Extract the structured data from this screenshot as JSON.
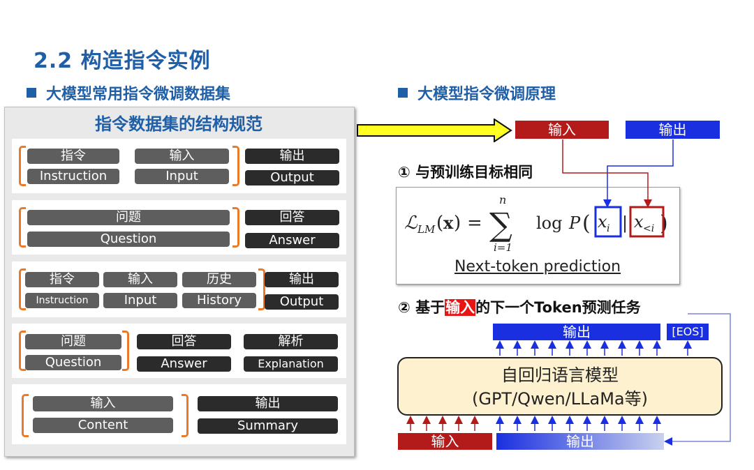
{
  "header": {
    "title": "2.2 构造指令实例"
  },
  "left": {
    "section_title": "大模型常用指令微调数据集",
    "panel_title": "指令数据集的结构规范",
    "row1": {
      "a_zh": "指令",
      "a_en": "Instruction",
      "b_zh": "输入",
      "b_en": "Input",
      "c_zh": "输出",
      "c_en": "Output"
    },
    "row2": {
      "a_zh": "问题",
      "a_en": "Question",
      "c_zh": "回答",
      "c_en": "Answer"
    },
    "row3": {
      "a_zh": "指令",
      "a_en": "Instruction",
      "b_zh": "输入",
      "b_en": "Input",
      "h_zh": "历史",
      "h_en": "History",
      "c_zh": "输出",
      "c_en": "Output"
    },
    "row4": {
      "a_zh": "问题",
      "a_en": "Question",
      "b_zh": "回答",
      "b_en": "Answer",
      "c_zh": "解析",
      "c_en": "Explanation"
    },
    "row5": {
      "a_zh": "输入",
      "a_en": "Content",
      "c_zh": "输出",
      "c_en": "Summary"
    }
  },
  "right": {
    "section_title": "大模型指令微调原理",
    "input_label": "输入",
    "output_label": "输出",
    "step1": "① 与预训练目标相同",
    "formula_caption": "Next-token prediction",
    "step2_pre": "② 基于",
    "step2_hl": "输入",
    "step2_post": "的下一个Token预测任务",
    "top_output": "输出",
    "eos": "[EOS]",
    "model_line1": "自回归语言模型",
    "model_line2": "(GPT/Qwen/LLaMa等)",
    "bottom_input": "输入",
    "bottom_output": "输出"
  },
  "colors": {
    "title_blue": "#1f5fa8",
    "bracket_orange": "#e87a2a",
    "input_red": "#b31b1b",
    "output_blue": "#1a2fe0",
    "model_fill": "#fdf1cf"
  }
}
